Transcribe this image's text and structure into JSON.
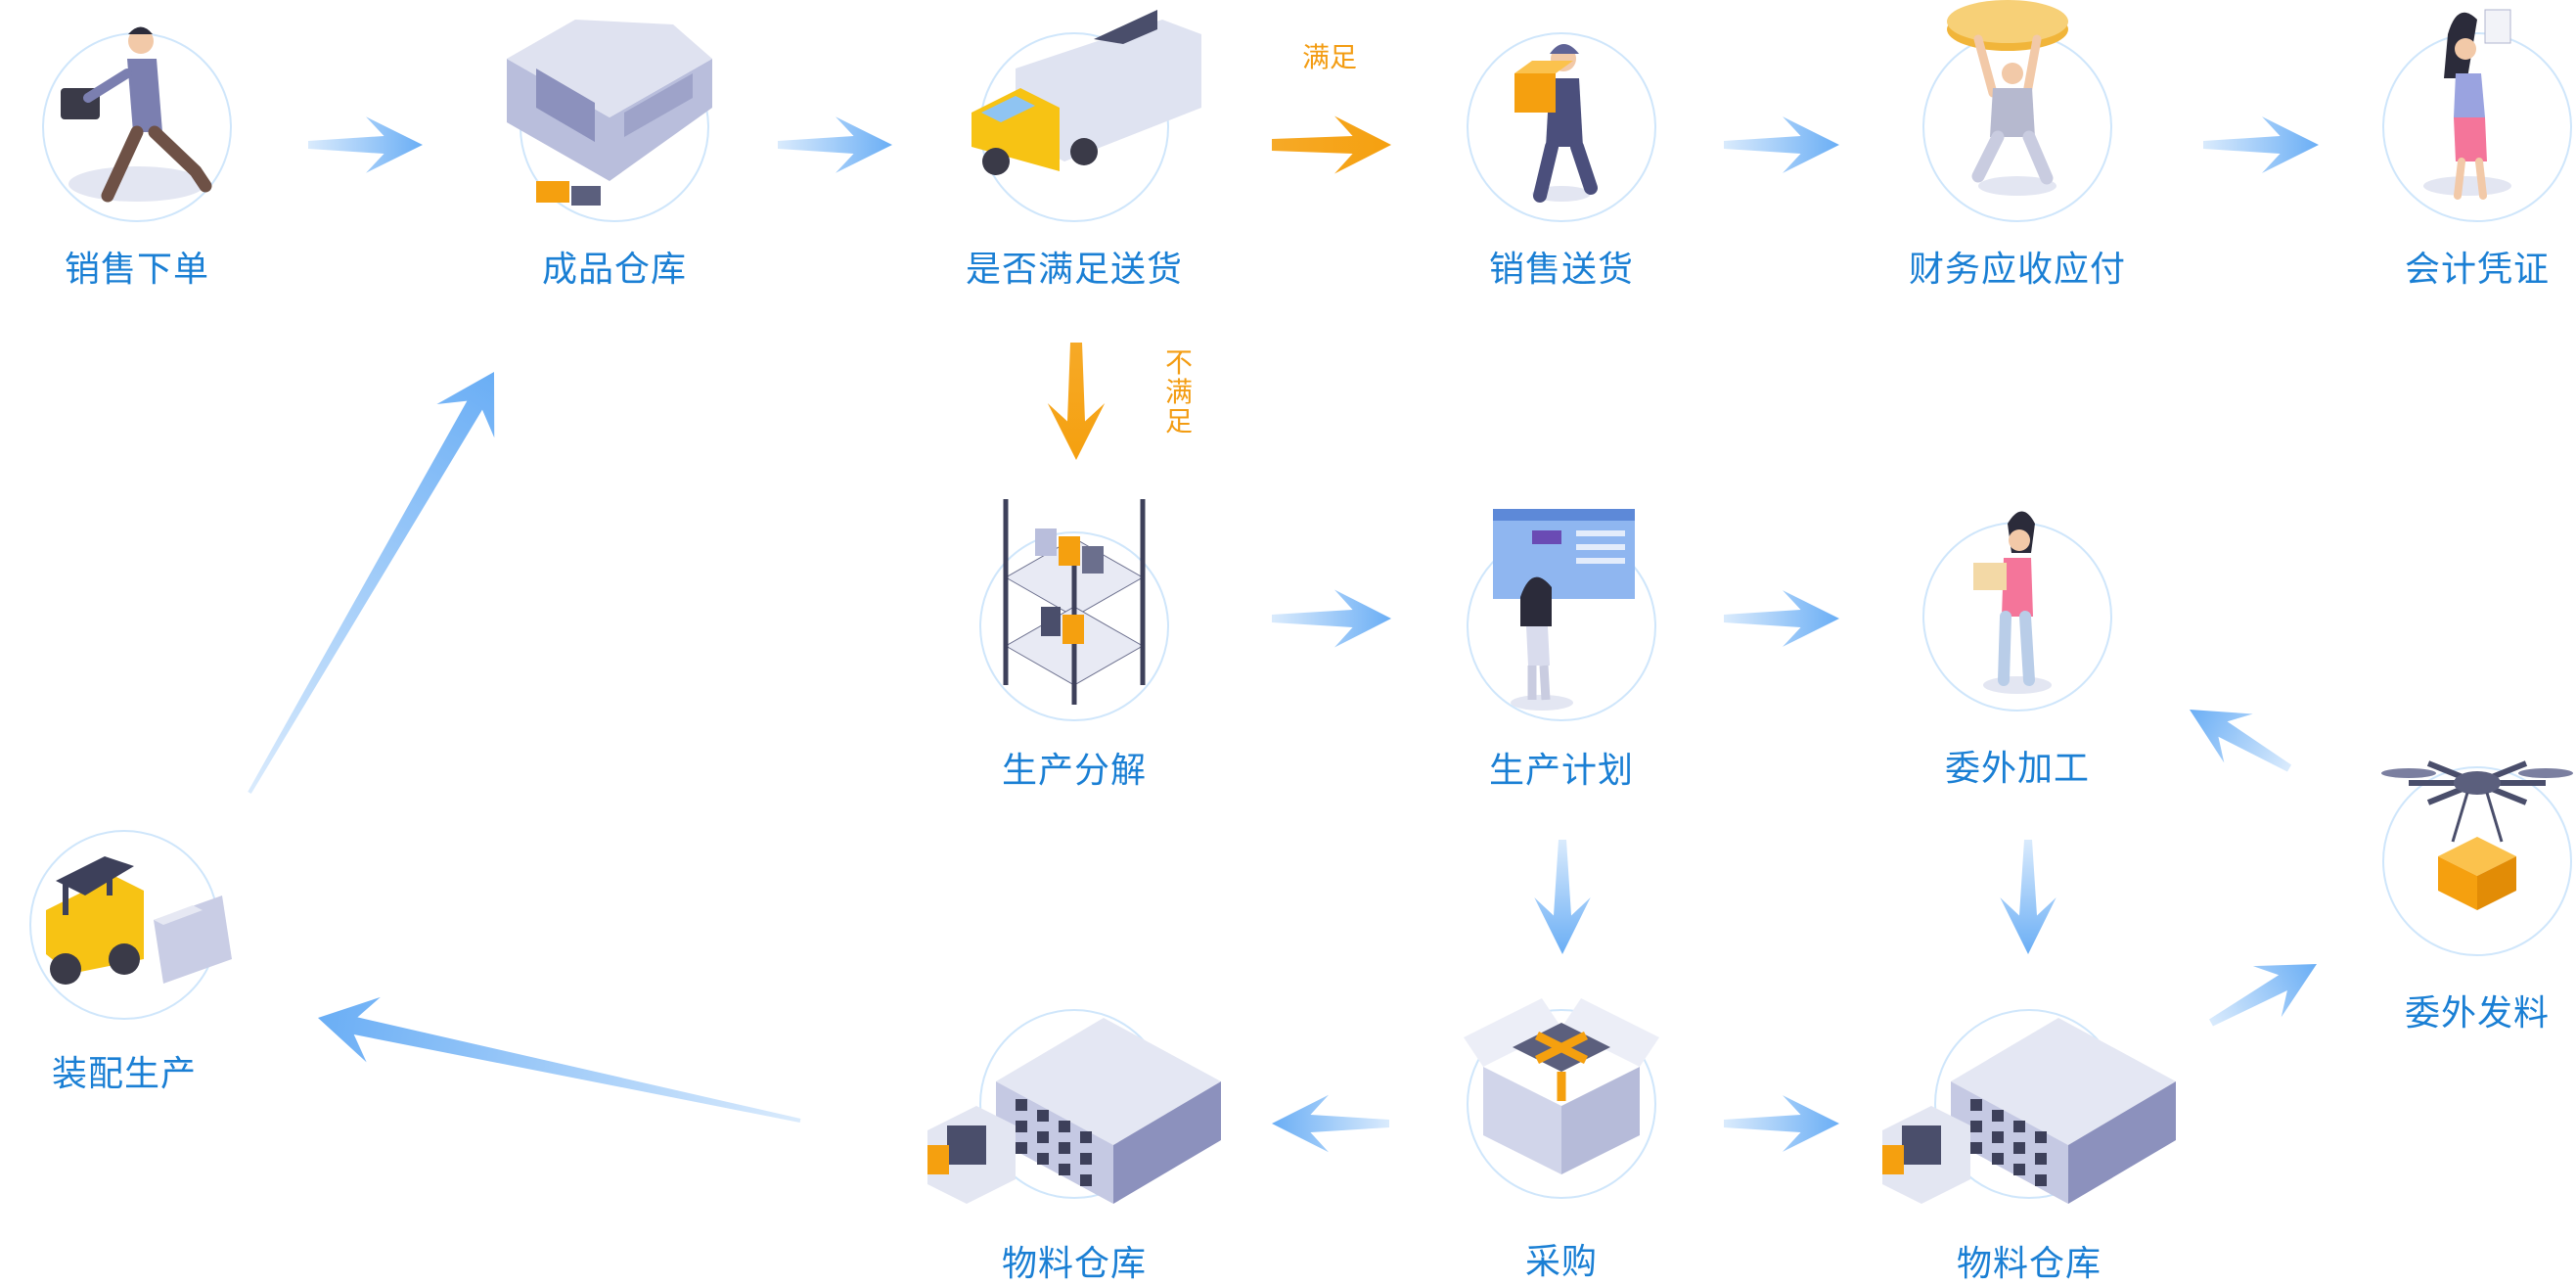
{
  "colors": {
    "label": "#1a7fd4",
    "arrow_blue": "#6aaef5",
    "arrow_orange": "#f5a00f",
    "note": "#f39c12",
    "circle": "#cfe6fb"
  },
  "nodes": {
    "sales_order": {
      "label": "销售下单",
      "icon": "businessman-running-icon"
    },
    "finished_warehouse": {
      "label": "成品仓库",
      "icon": "warehouse-icon"
    },
    "delivery_check": {
      "label": "是否满足送货",
      "icon": "delivery-truck-icon"
    },
    "sales_delivery": {
      "label": "销售送货",
      "icon": "courier-icon"
    },
    "finance": {
      "label": "财务应收应付",
      "icon": "coin-icon"
    },
    "voucher": {
      "label": "会计凭证",
      "icon": "accountant-icon"
    },
    "decompose": {
      "label": "生产分解",
      "icon": "shelf-icon"
    },
    "plan": {
      "label": "生产计划",
      "icon": "planning-board-icon"
    },
    "outsource": {
      "label": "委外加工",
      "icon": "worker-box-icon"
    },
    "assembly": {
      "label": "装配生产",
      "icon": "forklift-icon"
    },
    "out_material": {
      "label": "委外发料",
      "icon": "drone-icon"
    },
    "warehouse_left": {
      "label": "物料仓库",
      "icon": "building-icon"
    },
    "purchase": {
      "label": "采购",
      "icon": "package-icon"
    },
    "warehouse_right": {
      "label": "物料仓库",
      "icon": "building-icon"
    }
  },
  "notes": {
    "satisfied": "满足",
    "not_satisfied": "不满足"
  }
}
